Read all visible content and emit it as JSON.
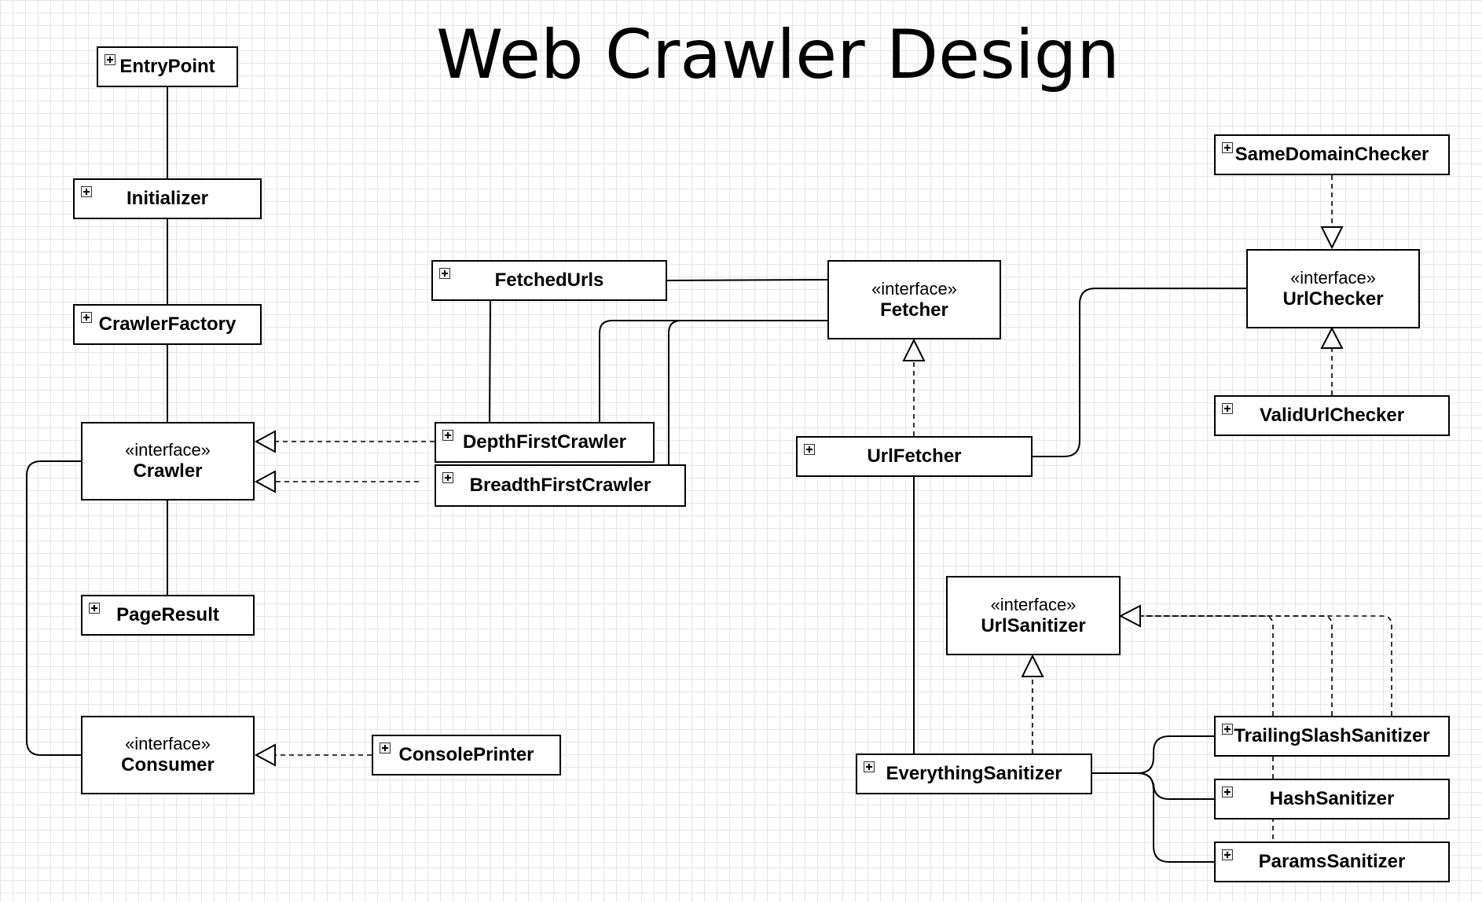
{
  "diagram": {
    "title": "Web Crawler Design",
    "stereotype": "«interface»",
    "classes": {
      "entry_point": "EntryPoint",
      "initializer": "Initializer",
      "crawler_factory": "CrawlerFactory",
      "crawler": "Crawler",
      "page_result": "PageResult",
      "consumer": "Consumer",
      "console_printer": "ConsolePrinter",
      "fetched_urls": "FetchedUrls",
      "depth_first_crawler": "DepthFirstCrawler",
      "breadth_first_crawler": "BreadthFirstCrawler",
      "fetcher": "Fetcher",
      "url_fetcher": "UrlFetcher",
      "same_domain_checker": "SameDomainChecker",
      "url_checker": "UrlChecker",
      "valid_url_checker": "ValidUrlChecker",
      "url_sanitizer": "UrlSanitizer",
      "everything_sanitizer": "EverythingSanitizer",
      "trailing_slash_sanitizer": "TrailingSlashSanitizer",
      "hash_sanitizer": "HashSanitizer",
      "params_sanitizer": "ParamsSanitizer"
    }
  }
}
